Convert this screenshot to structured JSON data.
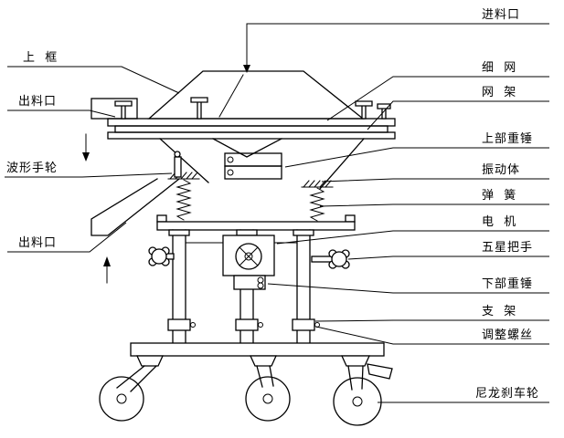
{
  "canvas": {
    "background": "#ffffff",
    "line_color": "#000000"
  },
  "labels": {
    "left": [
      {
        "id": "upper-frame",
        "text": "上  框"
      },
      {
        "id": "outlet-top",
        "text": "出料口"
      },
      {
        "id": "wave-handwheel",
        "text": "波形手轮"
      },
      {
        "id": "outlet-bottom",
        "text": "出料口"
      }
    ],
    "right": [
      {
        "id": "feed-inlet",
        "text": "进料口"
      },
      {
        "id": "fine-mesh",
        "text": "细  网"
      },
      {
        "id": "mesh-frame",
        "text": "网  架"
      },
      {
        "id": "upper-weight",
        "text": "上部重锤"
      },
      {
        "id": "vibrating-body",
        "text": "振动体"
      },
      {
        "id": "spring",
        "text": "弹  簧"
      },
      {
        "id": "motor",
        "text": "电  机"
      },
      {
        "id": "star-handle",
        "text": "五星把手"
      },
      {
        "id": "lower-weight",
        "text": "下部重锤"
      },
      {
        "id": "support-frame",
        "text": "支  架"
      },
      {
        "id": "adjusting-screw",
        "text": "调整螺丝"
      },
      {
        "id": "nylon-brake-wheel",
        "text": "尼龙刹车轮"
      }
    ]
  }
}
